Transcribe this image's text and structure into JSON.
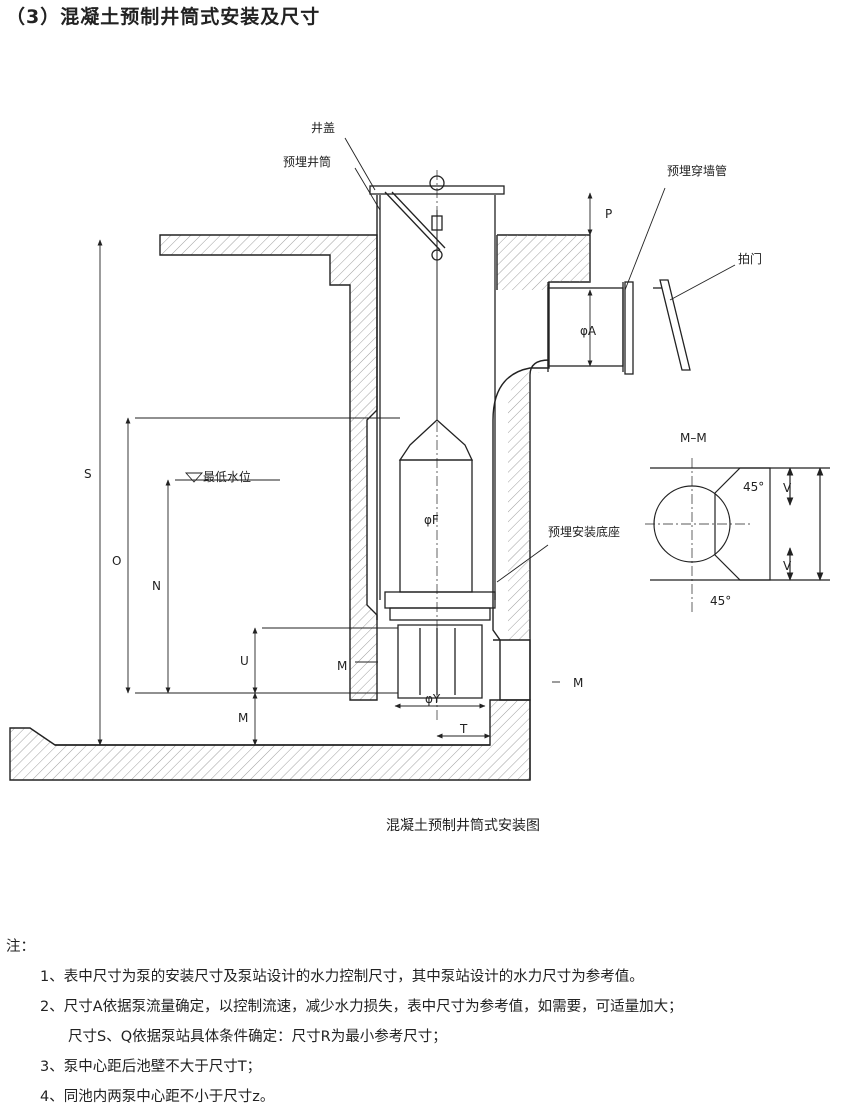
{
  "title": "（3）混凝土预制井筒式安装及尺寸",
  "labels": {
    "cover": "井盖",
    "shaft": "预埋井筒",
    "wall_pipe": "预埋穿墙管",
    "flap": "拍门",
    "base": "预埋安装底座",
    "water_level": "最低水位",
    "section": "M–M"
  },
  "dims": {
    "P": "P",
    "phiA": "φA",
    "S": "S",
    "O": "O",
    "N": "N",
    "U": "U",
    "M": "M",
    "phiF": "φF",
    "phiY": "φY",
    "T": "T",
    "V": "V",
    "angle": "45°",
    "M_mark1": "M",
    "M_mark2": "M"
  },
  "caption": "混凝土预制井筒式安装图",
  "notes": {
    "head": "注：",
    "items": [
      "1、表中尺寸为泵的安装尺寸及泵站设计的水力控制尺寸，其中泵站设计的水力尺寸为参考值。",
      "2、尺寸A依据泵流量确定，以控制流速，减少水力损失，表中尺寸为参考值，如需要，可适量加大；",
      "尺寸S、Q依据泵站具体条件确定：尺寸R为最小参考尺寸；",
      "3、泵中心距后池壁不大于尺寸T；",
      "4、同池内两泵中心距不小于尺寸z。"
    ]
  }
}
